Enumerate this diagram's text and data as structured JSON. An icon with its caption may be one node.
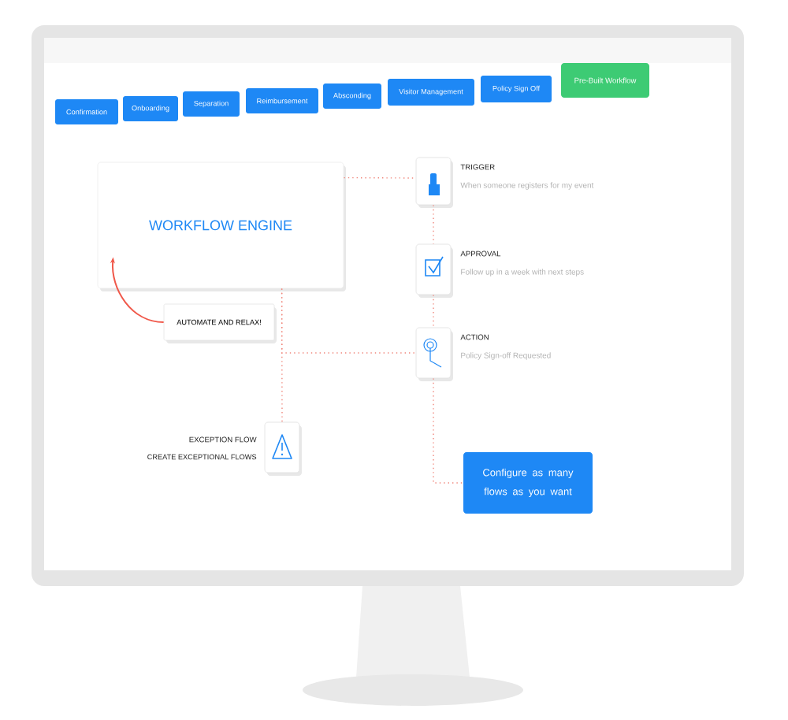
{
  "diagram": {
    "nodes": [
      {
        "text": [
          "Confirmation"
        ]
      },
      {
        "text": [
          "Onboarding"
        ]
      },
      {
        "text": [
          "Separation"
        ]
      },
      {
        "text": [
          "Reimbursement"
        ]
      },
      {
        "text": [
          "Absconding"
        ]
      },
      {
        "text": [
          "Visitor Management"
        ]
      },
      {
        "text": [
          "Policy Sign Off"
        ]
      },
      {
        "text": [
          "Pre-Built Workflow"
        ]
      },
      {
        "text": [
          "WORKFLOW ENGINE"
        ]
      },
      {
        "text": [
          "AUTOMATE AND RELAX!"
        ]
      },
      {
        "text": [],
        "shape": "box",
        "beside": [
          "TRIGGER",
          "When someone registers for my event"
        ]
      },
      {
        "text": [],
        "shape": "box",
        "beside": [
          "APPROVAL",
          "Follow up in a week with next steps"
        ]
      },
      {
        "text": [],
        "shape": "box",
        "beside": [
          "ACTION",
          "Policy Sign-off Requested"
        ]
      },
      {
        "text": [],
        "shape": "box",
        "beside": [
          "EXCEPTION FLOW",
          "CREATE EXCEPTIONAL FLOWS"
        ]
      },
      {
        "text": [
          "Configure as many flows as you want"
        ]
      }
    ],
    "edges": [
      {
        "from": 9,
        "to": 8,
        "arrow": "to",
        "color": "#f0584a"
      },
      {
        "from": 8,
        "to": 10,
        "arrow": "none",
        "style": "dashed"
      },
      {
        "from": 10,
        "to": 11,
        "arrow": "none",
        "style": "dashed"
      },
      {
        "from": 11,
        "to": 12,
        "arrow": "none",
        "style": "dashed"
      },
      {
        "from": 8,
        "to": 12,
        "arrow": "none",
        "style": "dashed"
      },
      {
        "from": 8,
        "to": 13,
        "arrow": "none",
        "style": "dashed"
      },
      {
        "from": 12,
        "to": 14,
        "arrow": "none",
        "style": "dashed"
      }
    ]
  }
}
